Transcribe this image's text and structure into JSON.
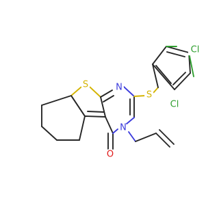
{
  "molecule": {
    "atoms": {
      "S": {
        "text": "S",
        "color": "#d4b400"
      },
      "Ssub": {
        "text": "S",
        "color": "#d4b400"
      },
      "N1": {
        "text": "N",
        "color": "#3b3bdc"
      },
      "N3": {
        "text": "N",
        "color": "#3b3bdc"
      },
      "O": {
        "text": "O",
        "color": "#e01818"
      },
      "Cl1": {
        "text": "Cl",
        "color": "#2e9e2e"
      },
      "Cl2": {
        "text": "Cl",
        "color": "#2e9e2e"
      }
    }
  }
}
